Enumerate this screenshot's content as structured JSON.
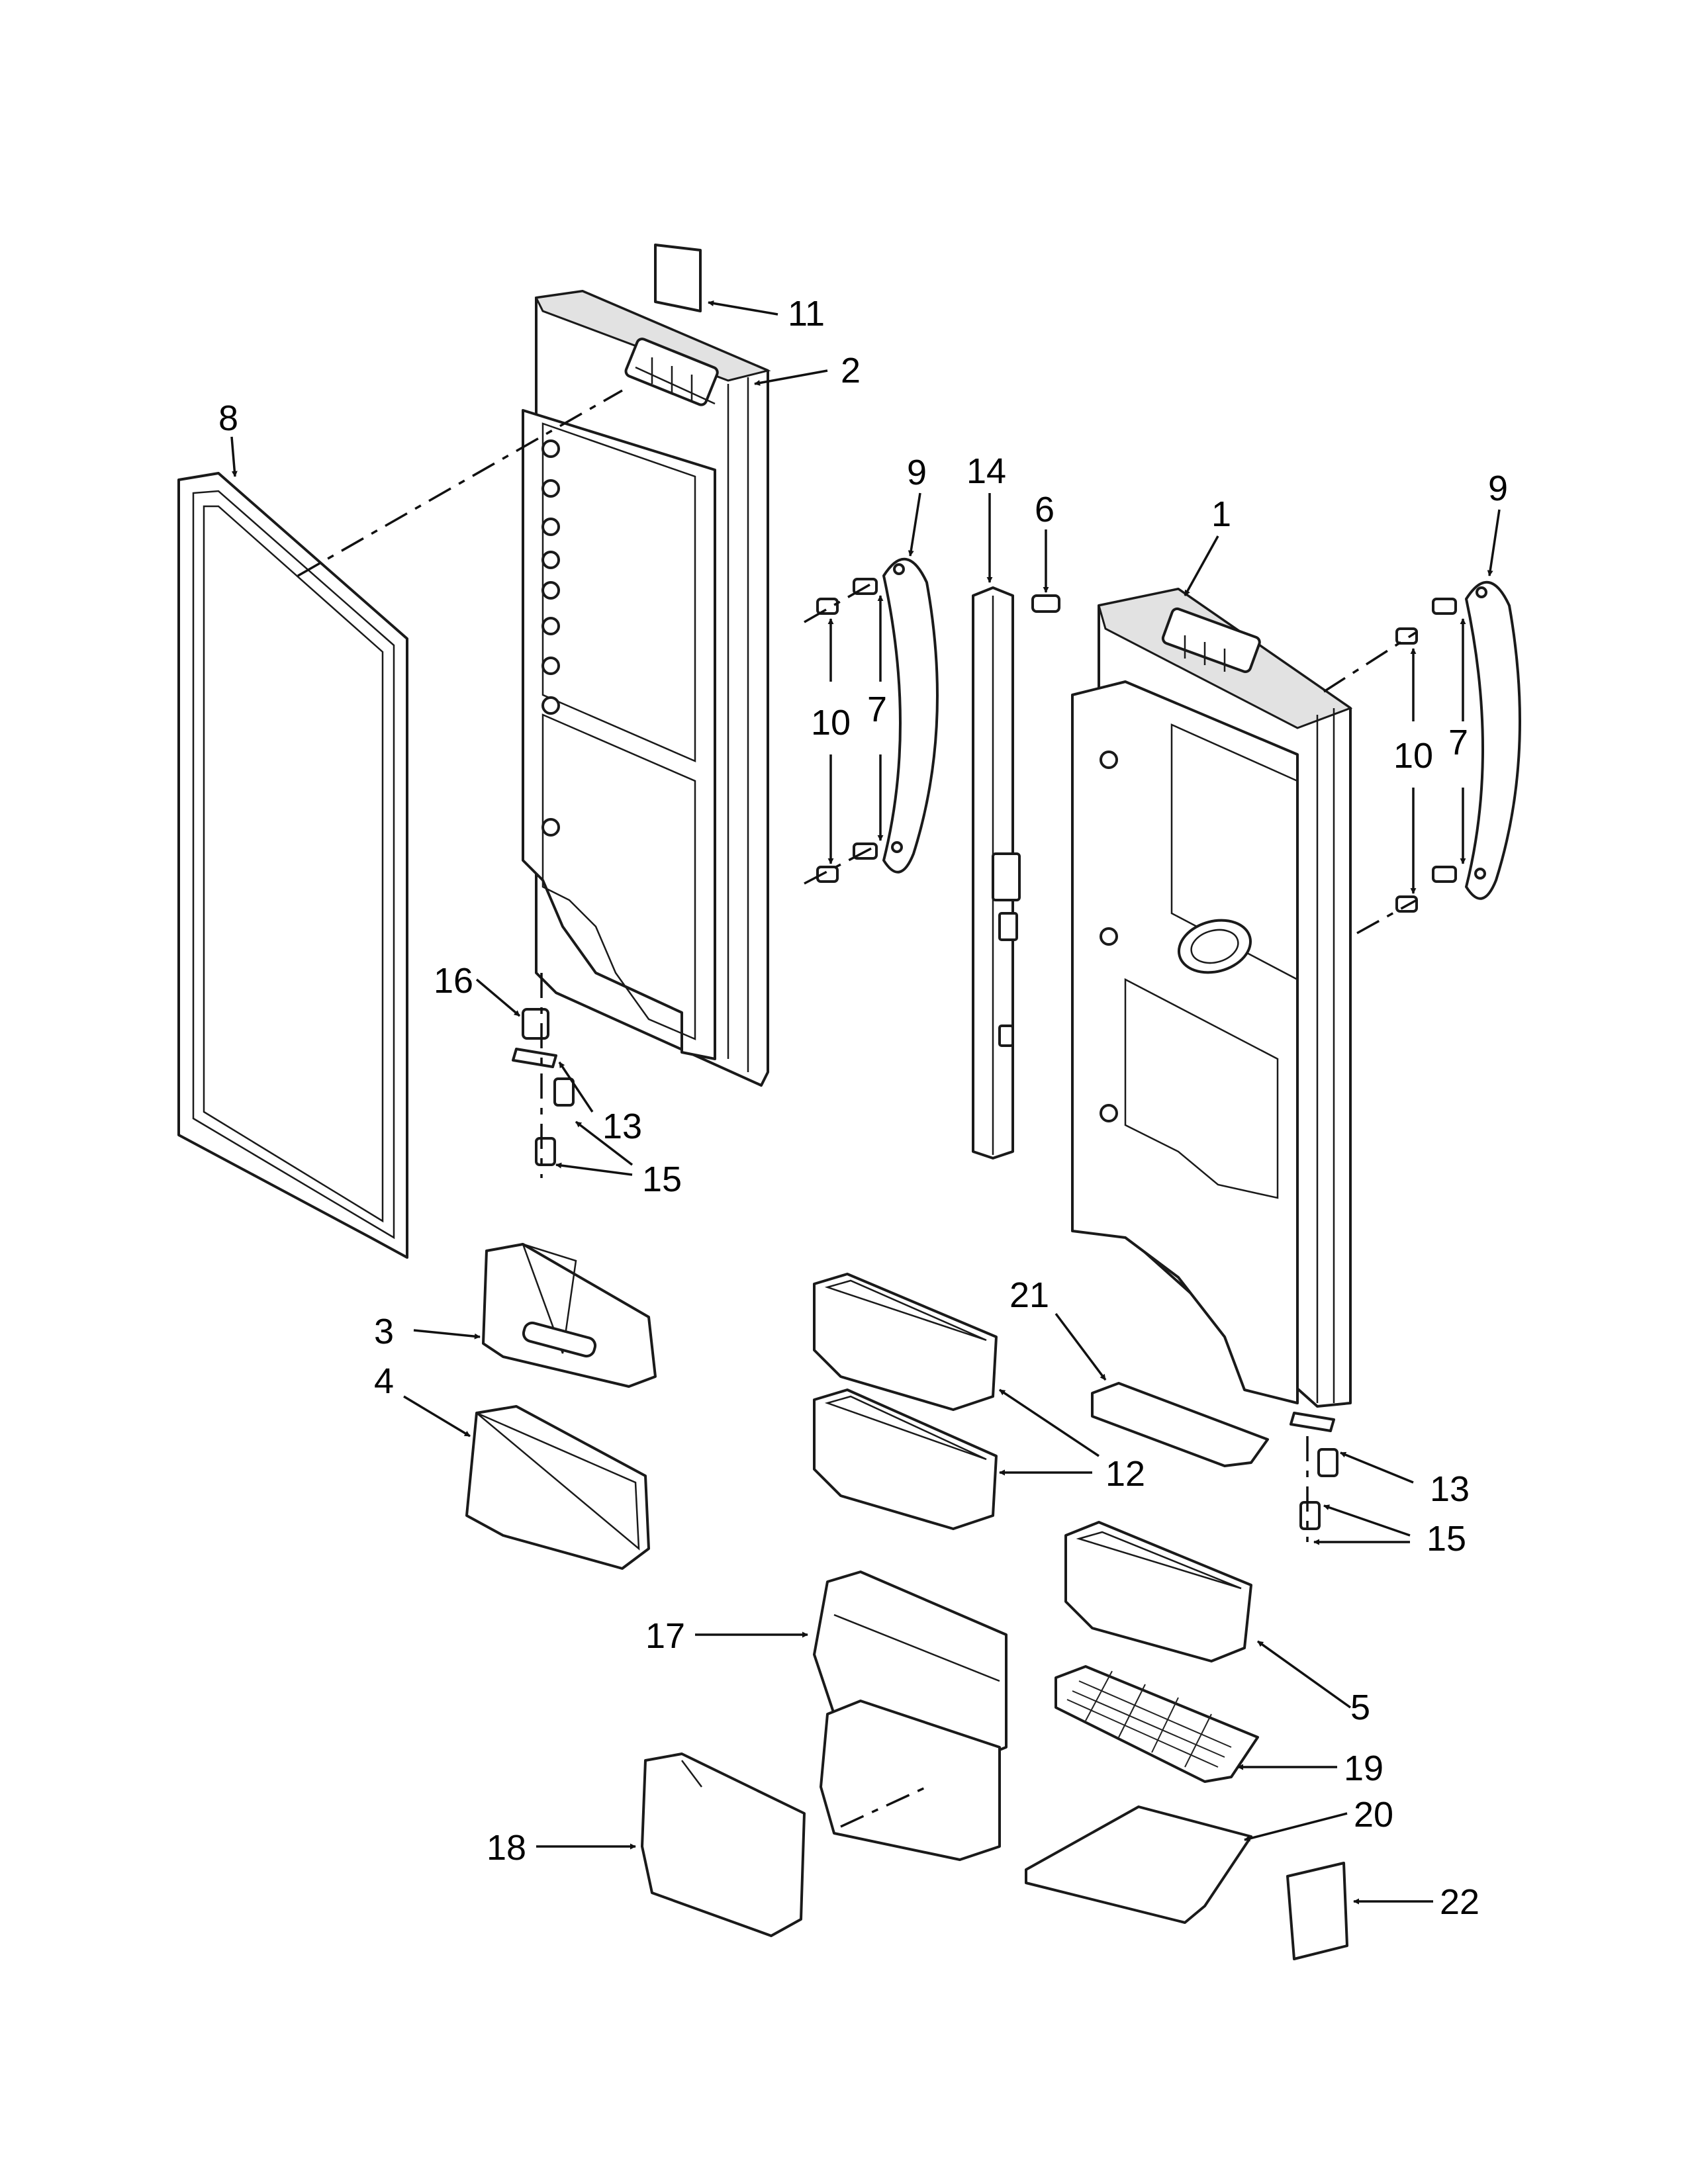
{
  "callouts": [
    {
      "id": "c11a",
      "text": "11"
    },
    {
      "id": "c2a",
      "text": "2"
    },
    {
      "id": "c8a",
      "text": "8"
    },
    {
      "id": "c9a",
      "text": "9"
    },
    {
      "id": "c14a",
      "text": "14"
    },
    {
      "id": "c6a",
      "text": "6"
    },
    {
      "id": "c1a",
      "text": "1"
    },
    {
      "id": "c9b",
      "text": "9"
    },
    {
      "id": "c10a",
      "text": "10"
    },
    {
      "id": "c7a",
      "text": "7"
    },
    {
      "id": "c10b",
      "text": "10"
    },
    {
      "id": "c7b",
      "text": "7"
    },
    {
      "id": "c16a",
      "text": "16"
    },
    {
      "id": "c13a",
      "text": "13"
    },
    {
      "id": "c15a",
      "text": "15"
    },
    {
      "id": "c21a",
      "text": "21"
    },
    {
      "id": "c3a",
      "text": "3"
    },
    {
      "id": "c4a",
      "text": "4"
    },
    {
      "id": "c12a",
      "text": "12"
    },
    {
      "id": "c13b",
      "text": "13"
    },
    {
      "id": "c15b",
      "text": "15"
    },
    {
      "id": "c17a",
      "text": "17"
    },
    {
      "id": "c5a",
      "text": "5"
    },
    {
      "id": "c19a",
      "text": "19"
    },
    {
      "id": "c20a",
      "text": "20"
    },
    {
      "id": "c18a",
      "text": "18"
    },
    {
      "id": "c22a",
      "text": "22"
    }
  ]
}
